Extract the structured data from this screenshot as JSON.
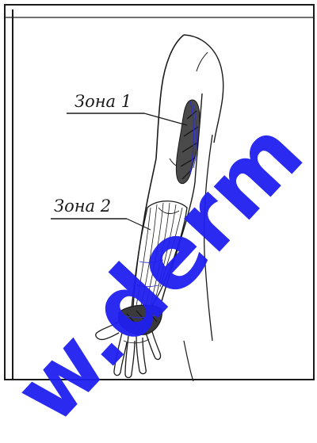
{
  "labels": {
    "zone1": "Зона 1",
    "zone2": "Зона 2"
  },
  "watermark": {
    "text": "w.derm",
    "color": "#1f1ff0"
  },
  "colors": {
    "line": "#1a1a1a",
    "zone_fill": "#3a3a3a",
    "zone_accent": "#2d2dcc"
  }
}
